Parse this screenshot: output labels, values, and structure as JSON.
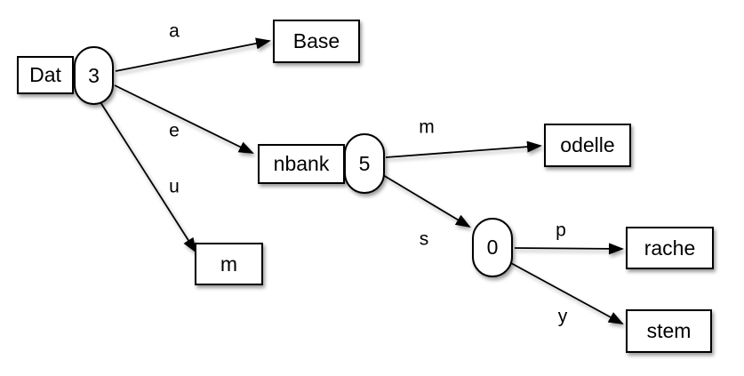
{
  "diagram": {
    "type": "radix-trie",
    "colors": {
      "stroke": "#000000",
      "node_fill": "#ffffff",
      "background": "#ffffff"
    },
    "nodes": [
      {
        "id": "dat",
        "label": "Dat",
        "count": "3"
      },
      {
        "id": "base",
        "label": "Base"
      },
      {
        "id": "nbank",
        "label": "nbank",
        "count": "5"
      },
      {
        "id": "m",
        "label": "m"
      },
      {
        "id": "odelle",
        "label": "odelle"
      },
      {
        "id": "zero",
        "count": "0"
      },
      {
        "id": "rache",
        "label": "rache"
      },
      {
        "id": "stem",
        "label": "stem"
      }
    ],
    "edges": [
      {
        "from": "dat",
        "to": "base",
        "label": "a"
      },
      {
        "from": "dat",
        "to": "nbank",
        "label": "e"
      },
      {
        "from": "dat",
        "to": "m",
        "label": "u"
      },
      {
        "from": "nbank",
        "to": "odelle",
        "label": "m"
      },
      {
        "from": "nbank",
        "to": "zero",
        "label": "s"
      },
      {
        "from": "zero",
        "to": "rache",
        "label": "p"
      },
      {
        "from": "zero",
        "to": "stem",
        "label": "y"
      }
    ]
  }
}
